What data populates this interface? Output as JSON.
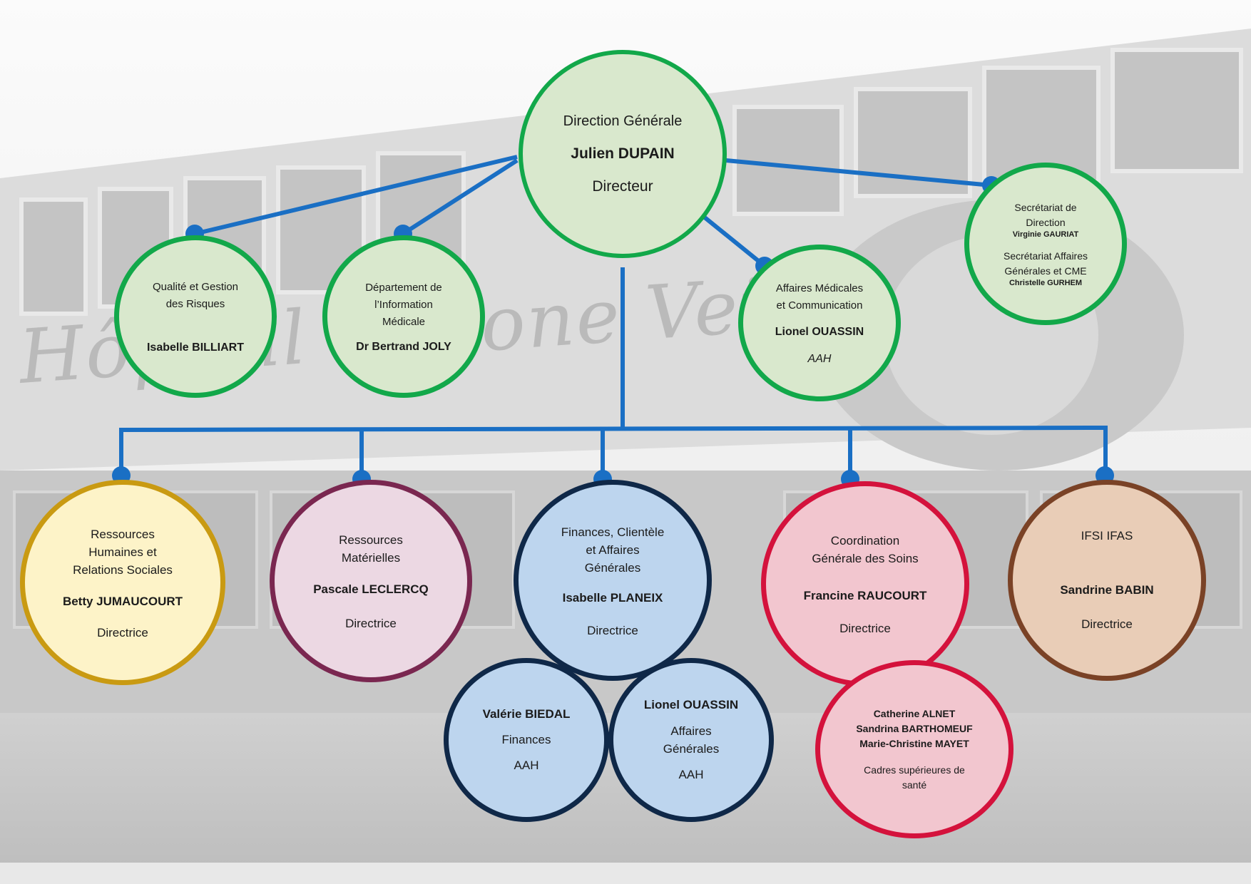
{
  "watermark": "Hôpital Simone Veil",
  "colors": {
    "link": "#1a6fc4",
    "green_border": "#12a84a",
    "green_fill": "#d9e8cd",
    "gold_border": "#c99a12",
    "gold_fill": "#fdf3c8",
    "plum_border": "#7a2750",
    "plum_fill": "#ecd8e3",
    "navy_border": "#0f2848",
    "navy_fill": "#bdd5ee",
    "red_border": "#d4123c",
    "red_fill": "#f2c6cf",
    "brown_border": "#7a4226",
    "brown_fill": "#e9cdb7"
  },
  "nodes": {
    "direction": {
      "title": "Direction Générale",
      "name": "Julien DUPAIN",
      "role": "Directeur"
    },
    "qualite": {
      "title_l1": "Qualité et Gestion",
      "title_l2": "des Risques",
      "name": "Isabelle BILLIART"
    },
    "dim": {
      "title_l1": "Département de",
      "title_l2": "l’Information",
      "title_l3": "Médicale",
      "name": "Dr Bertrand JOLY"
    },
    "affaires_med": {
      "title_l1": "Affaires Médicales",
      "title_l2": "et Communication",
      "name": "Lionel OUASSIN",
      "role": "AAH"
    },
    "secretariat": {
      "title_l1": "Secrétariat de",
      "title_l2": "Direction",
      "name1": "Virginie GAURIAT",
      "title2_l1": "Secrétariat Affaires",
      "title2_l2": "Générales et CME",
      "name2": "Christelle GURHEM"
    },
    "rh": {
      "title_l1": "Ressources",
      "title_l2": "Humaines et",
      "title_l3": "Relations Sociales",
      "name": "Betty JUMAUCOURT",
      "role": "Directrice"
    },
    "rm": {
      "title_l1": "Ressources",
      "title_l2": "Matérielles",
      "name": "Pascale LECLERCQ",
      "role": "Directrice"
    },
    "finances": {
      "title_l1": "Finances, Clientèle",
      "title_l2": "et Affaires",
      "title_l3": "Générales",
      "name": "Isabelle PLANEIX",
      "role": "Directrice"
    },
    "biedal": {
      "name": "Valérie BIEDAL",
      "title": "Finances",
      "role": "AAH"
    },
    "ouassin2": {
      "name": "Lionel OUASSIN",
      "title_l1": "Affaires",
      "title_l2": "Générales",
      "role": "AAH"
    },
    "soins": {
      "title_l1": "Coordination",
      "title_l2": "Générale des Soins",
      "name": "Francine RAUCOURT",
      "role": "Directrice"
    },
    "cadres": {
      "name1": "Catherine ALNET",
      "name2": "Sandrina BARTHOMEUF",
      "name3": "Marie-Christine MAYET",
      "role_l1": "Cadres supérieures de",
      "role_l2": "santé"
    },
    "ifsi": {
      "title": "IFSI IFAS",
      "name": "Sandrine BABIN",
      "role": "Directrice"
    }
  }
}
